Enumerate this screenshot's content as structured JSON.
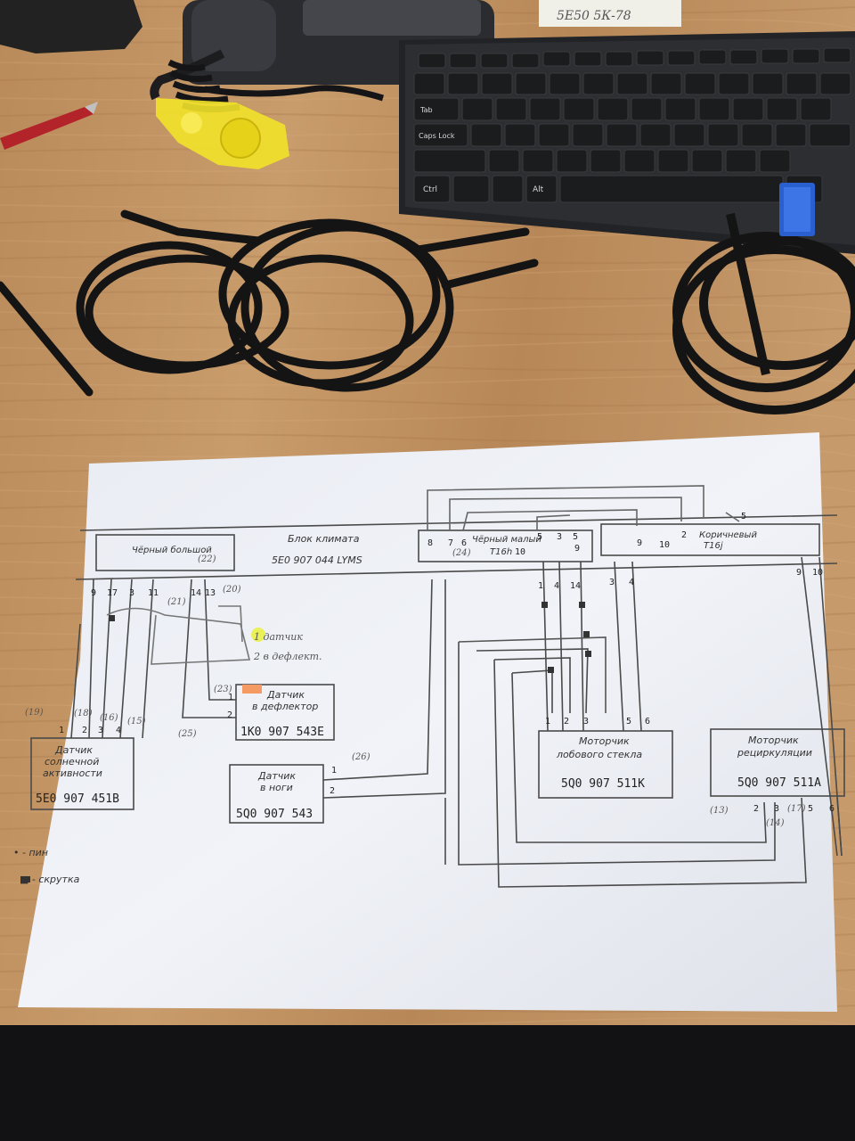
{
  "image": {
    "description_free": true
  },
  "diagram": {
    "title_label": "Блок климата",
    "title_part": "5E0 907 044 LYMS",
    "connectors": {
      "black_big": "Чёрный большой",
      "black_small_1": "Чёрный малый",
      "black_small_2": "T16h",
      "brown_1": "Коричневый",
      "brown_2": "T16j"
    },
    "sun_sensor": {
      "line1": "Датчик",
      "line2": "солнечной",
      "line3": "активности",
      "part": "5E0 907 451B"
    },
    "deflector_sensor": {
      "line1": "Датчик",
      "line2": "в дефлектор",
      "part": "1K0 907 543E"
    },
    "feet_sensor": {
      "line1": "Датчик",
      "line2": "в ноги",
      "part": "5Q0 907 543"
    },
    "windshield_motor": {
      "line1": "Моторчик",
      "line2": "лобового стекла",
      "part": "5Q0 907 511K"
    },
    "recirc_motor": {
      "line1": "Моторчик",
      "line2": "рециркуляции",
      "part": "5Q0 907 511A"
    },
    "legend": {
      "pin": "• - пин",
      "twist": "■ - скрутка"
    },
    "hand_note_1": "1 датчик",
    "hand_note_2": "2 в дефлект.",
    "pins": {
      "p9": "9",
      "p17": "17",
      "p3": "3",
      "p11": "11",
      "p14": "14",
      "p13": "13",
      "q1": "1",
      "q2": "2",
      "q3": "3",
      "q4": "4",
      "d1": "1",
      "d2": "2",
      "f1": "1",
      "f2": "2",
      "c8": "8",
      "c7": "7",
      "c6": "6",
      "c5a": "5",
      "c3": "3",
      "c5b": "5",
      "c10": "10",
      "c9": "9",
      "w1": "1",
      "w4": "4",
      "w14": "14",
      "w3": "3",
      "w4b": "4",
      "m1": "1",
      "m2": "2",
      "m3": "3",
      "m5": "5",
      "m6": "6",
      "b2": "2",
      "b9": "9",
      "b10": "10",
      "b5": "5",
      "r2": "2",
      "r3": "3",
      "r5": "5",
      "r6": "6",
      "tr9": "9",
      "tr10": "10"
    },
    "hand_numbers": {
      "h19": "(19)",
      "h18": "(18)",
      "h16": "(16)",
      "h15": "(15)",
      "h22": "(22)",
      "h23": "(23)",
      "h25": "(25)",
      "h20": "(20)",
      "h21": "(21)",
      "h26": "(26)",
      "h24": "(24)",
      "h17": "(17)",
      "h13": "(13)",
      "h14": "(14)"
    }
  },
  "paper_note": "5Е50 5К-78",
  "keyboard": {
    "keys": [
      "Ctrl",
      "Alt",
      "Caps Lock",
      "Tab"
    ]
  }
}
